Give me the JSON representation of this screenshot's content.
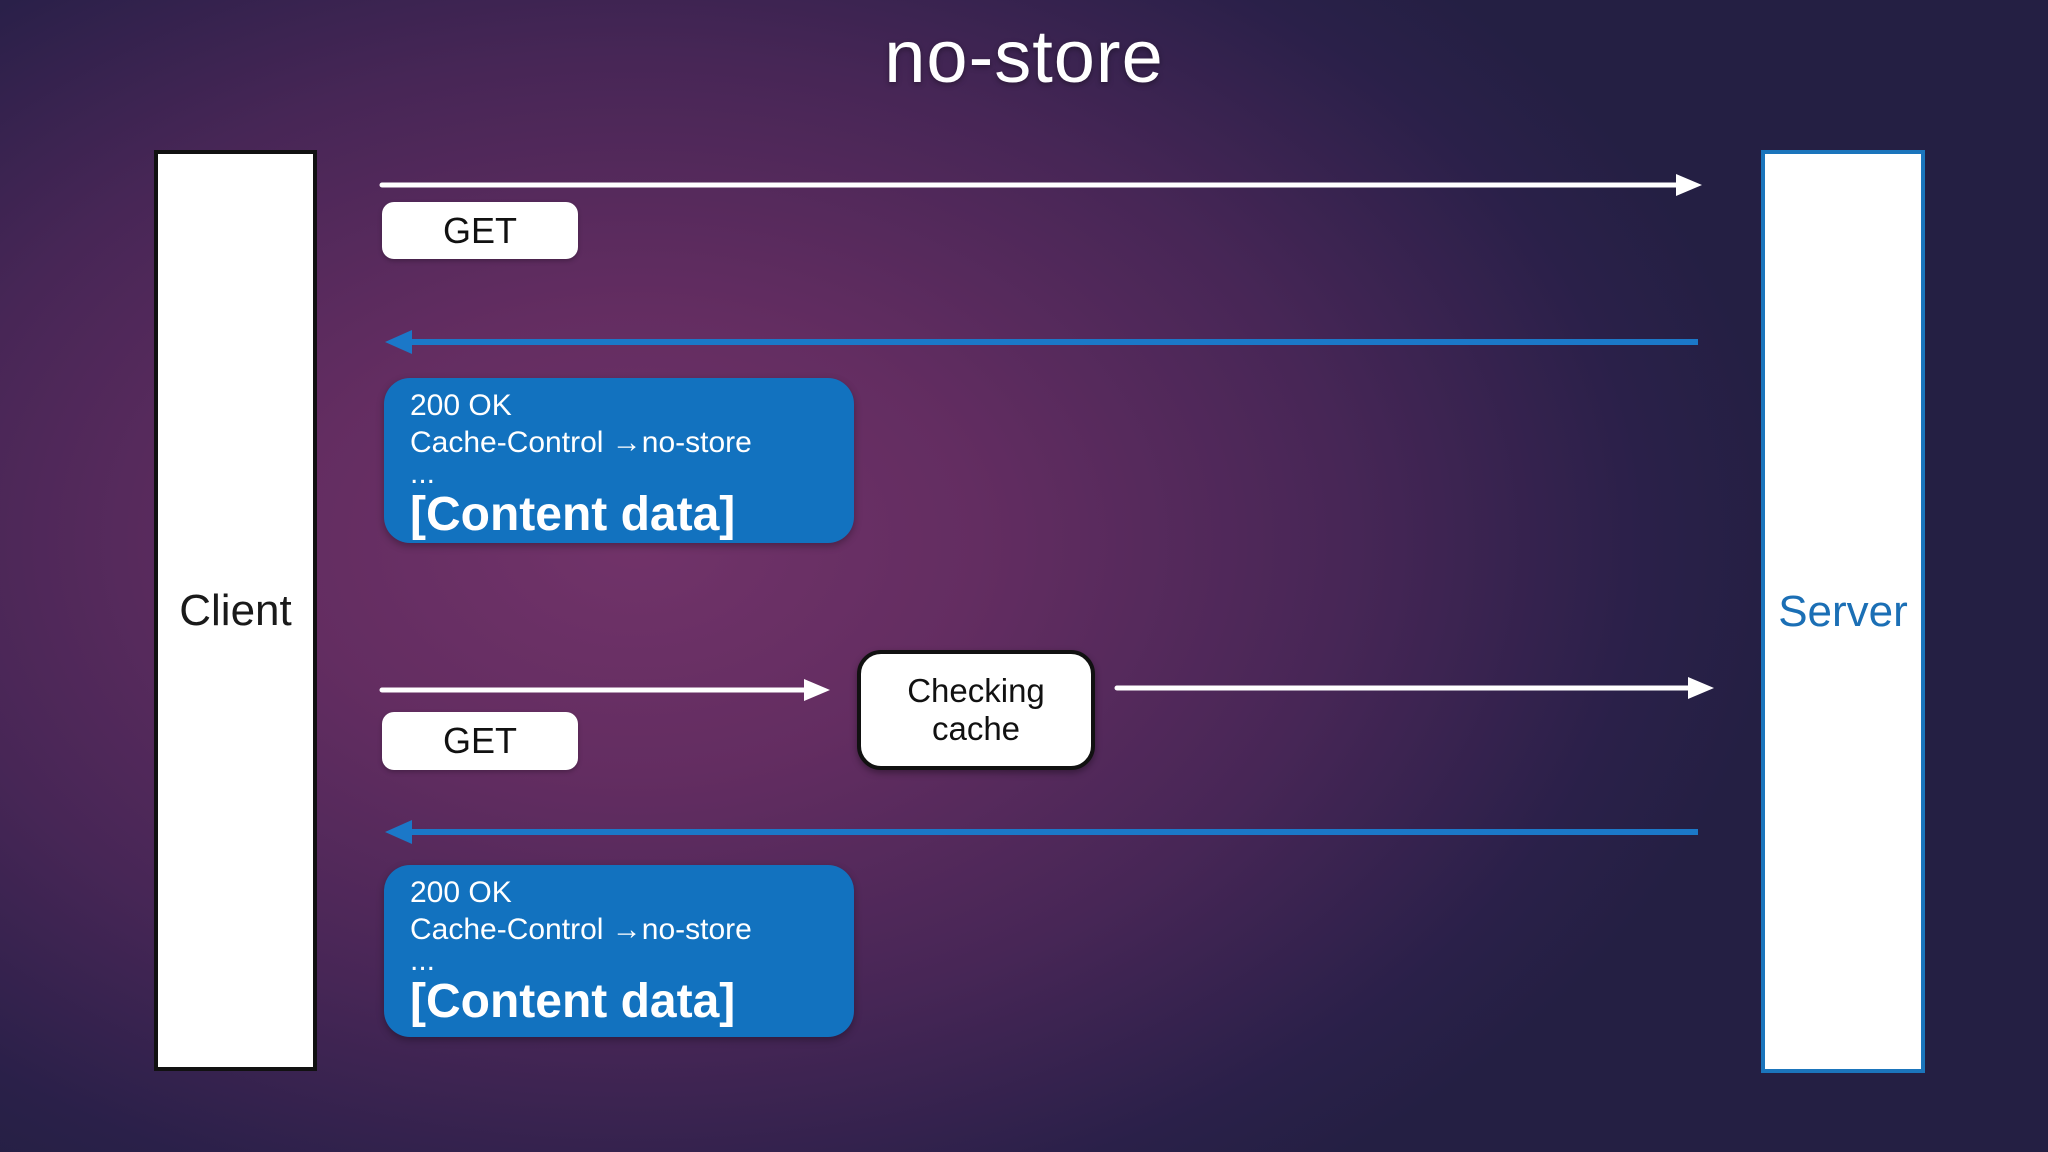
{
  "title": "no-store",
  "colors": {
    "accent_blue": "#1272bf",
    "arrow_blue": "#1b78c8",
    "arrow_white": "#ffffff",
    "server_border_blue": "#1b75bc",
    "server_text_blue": "#1b6fb5",
    "background_center": "#713369",
    "background_edge": "#241f43"
  },
  "actors": {
    "client": {
      "label": "Client"
    },
    "server": {
      "label": "Server"
    }
  },
  "messages": {
    "request1": {
      "label": "GET"
    },
    "response1": {
      "status": "200 OK",
      "header": "Cache-Control →no-store",
      "ellipsis": "...",
      "body": "[Content data]"
    },
    "request2": {
      "label": "GET"
    },
    "cache_check": {
      "line1": "Checking",
      "line2": "cache"
    },
    "response2": {
      "status": "200 OK",
      "header": "Cache-Control →no-store",
      "ellipsis": "...",
      "body": "[Content data]"
    }
  }
}
